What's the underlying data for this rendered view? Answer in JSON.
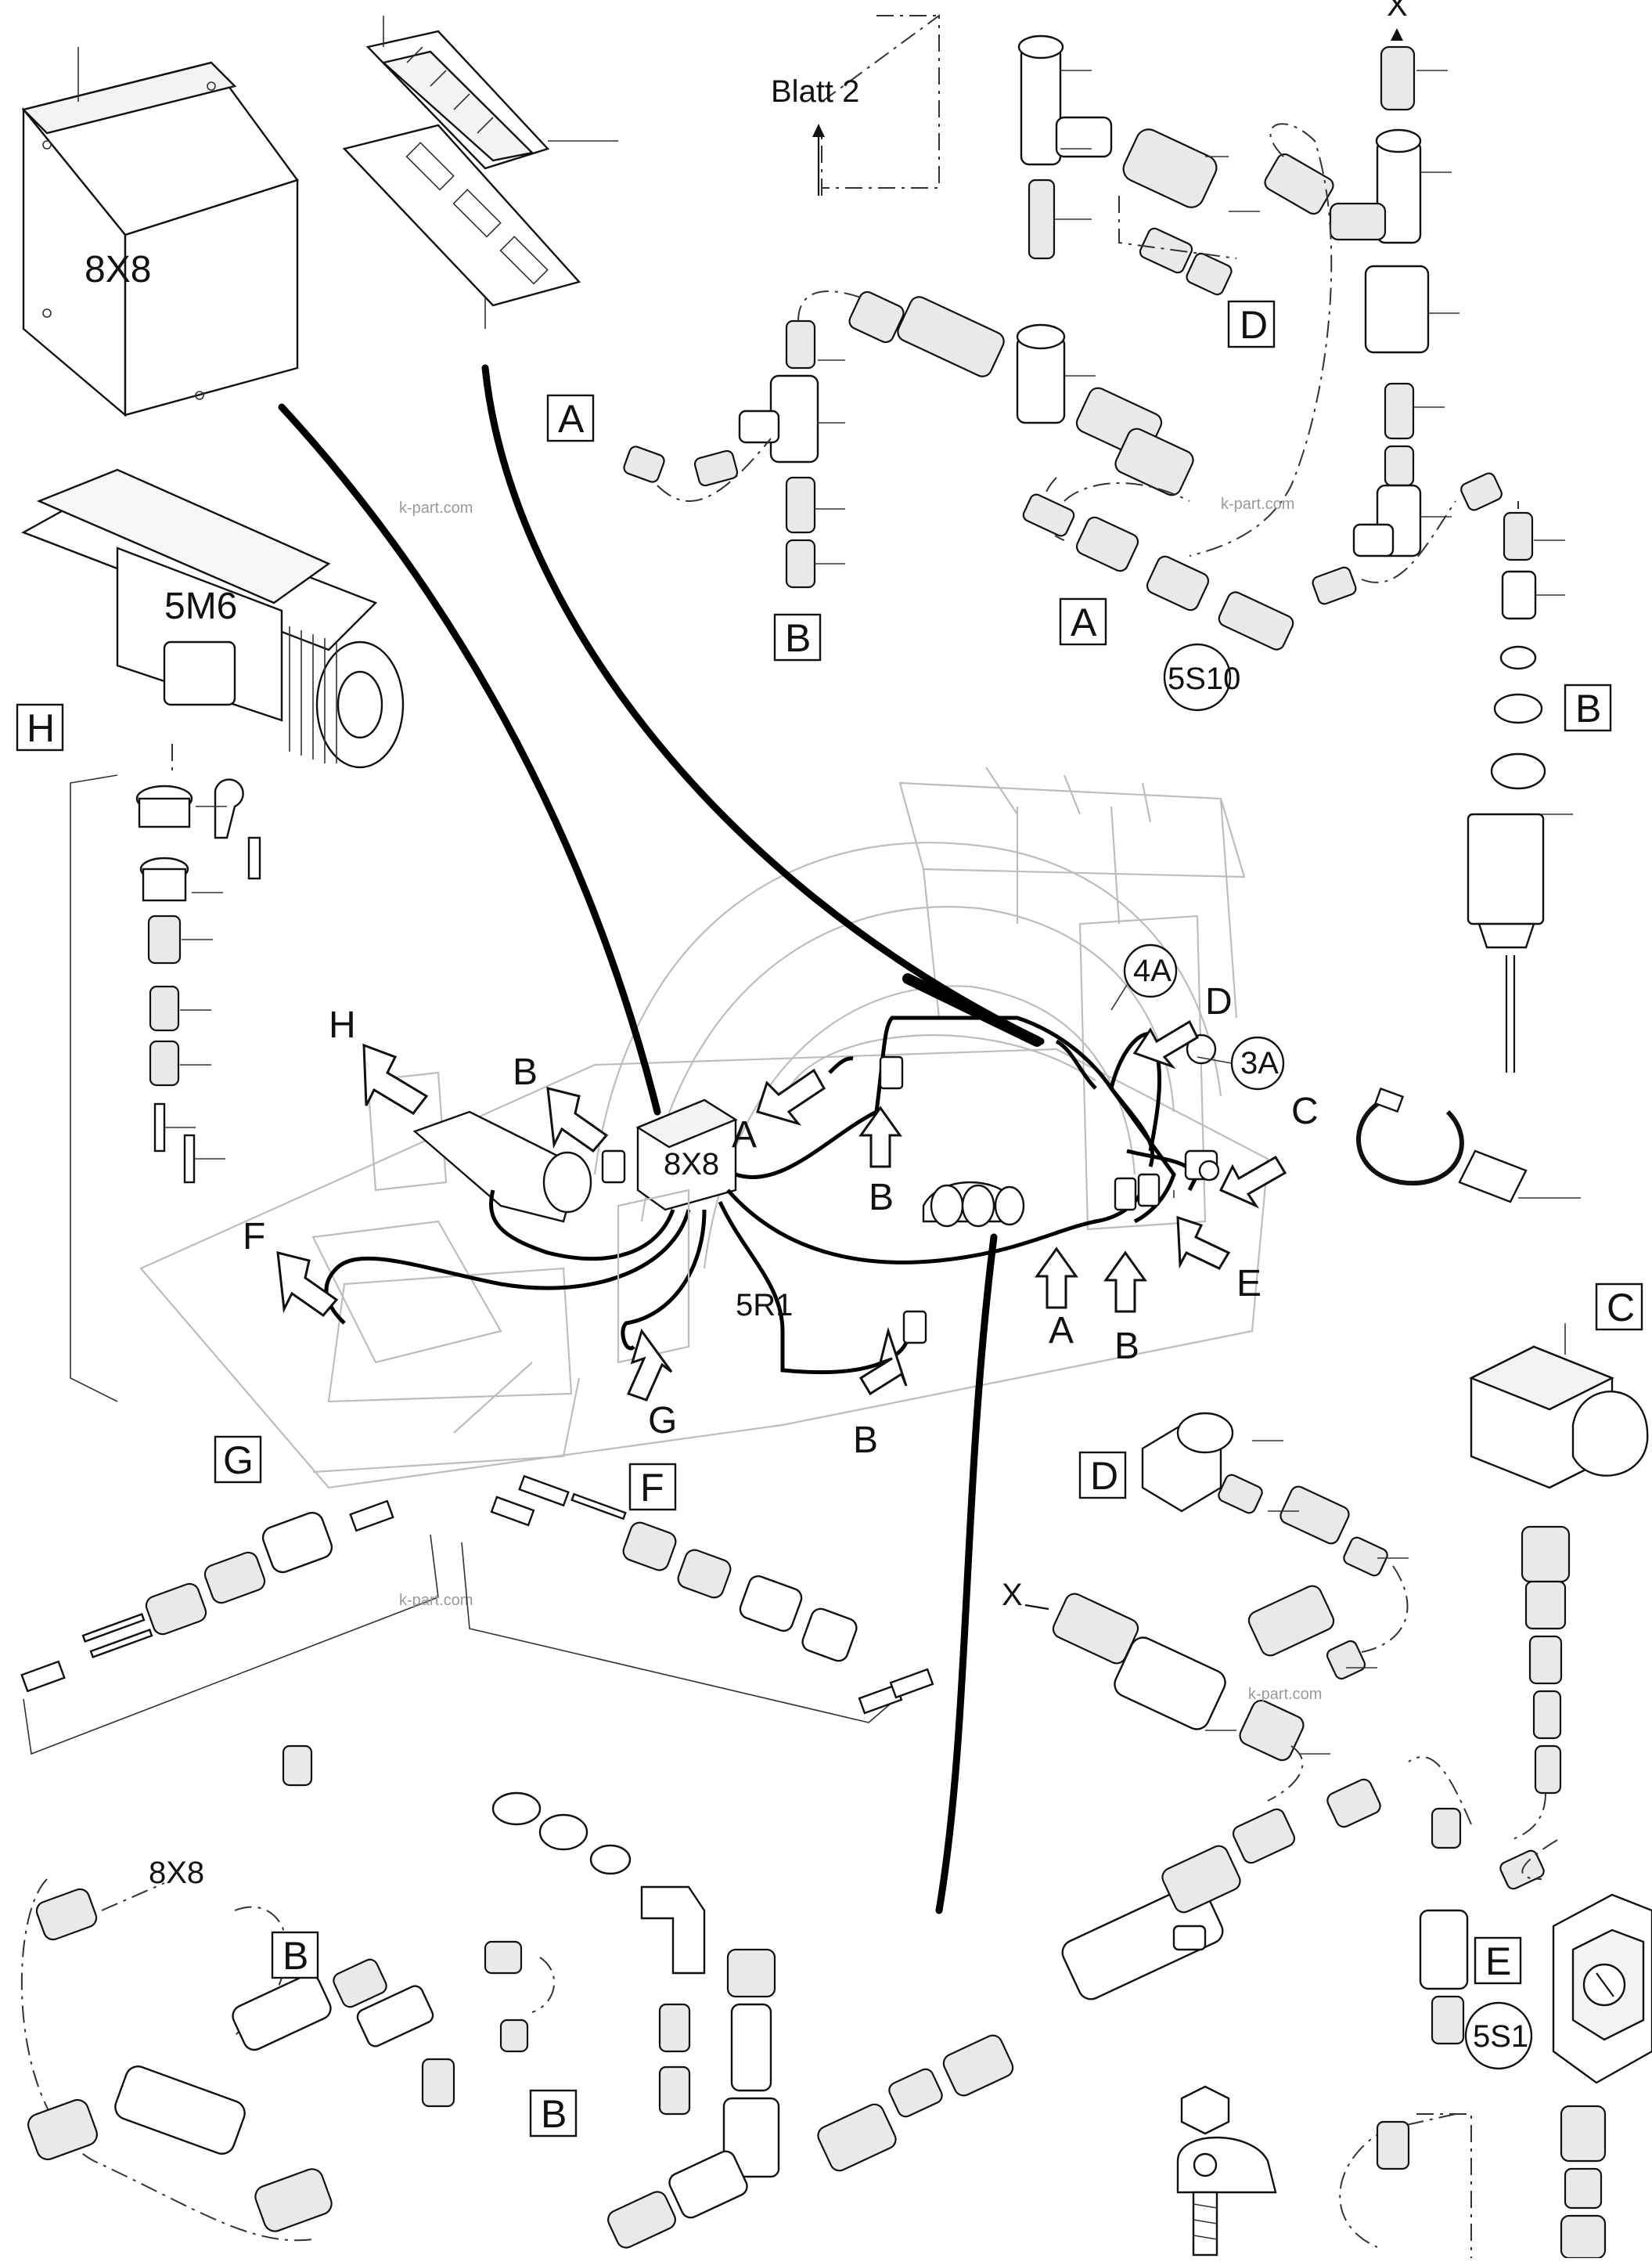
{
  "diagram": {
    "components": {
      "box_8x8": "8X8",
      "motor": "5M6",
      "switch_5s10": "5S10",
      "switch_5s1": "5S1",
      "resistor": "5R1",
      "node_4a": "4A",
      "node_3a": "3A"
    },
    "references": {
      "blatt": "Blatt 2",
      "x_top": "X",
      "x_mid": "X",
      "to_8x8": "8X8"
    },
    "detail_boxes": {
      "a1": "A",
      "a2": "A",
      "b1": "B",
      "b2": "B",
      "b3": "B",
      "b4": "B",
      "c": "C",
      "d1": "D",
      "d2": "D",
      "e": "E",
      "f": "F",
      "g": "G",
      "h": "H"
    },
    "callouts": {
      "h": "H",
      "b_left": "B",
      "b_center": "B",
      "b_bottom": "B",
      "b_right": "B",
      "a_center": "A",
      "a_right": "A",
      "c": "C",
      "d": "D",
      "e": "E",
      "f": "F",
      "g": "G",
      "box_center": "8X8",
      "resistor": "5R1"
    },
    "watermark": "k-part.com"
  }
}
